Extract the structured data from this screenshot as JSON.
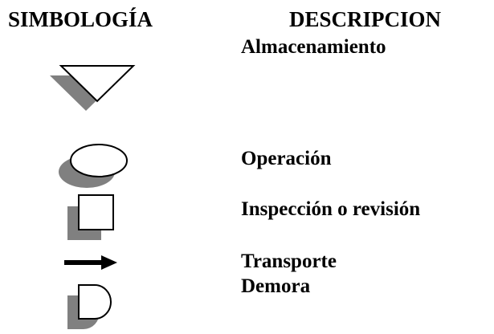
{
  "headers": {
    "symbols": "SIMBOLOGÍA",
    "description": "DESCRIPCION"
  },
  "items": [
    {
      "symbol": "storage-triangle",
      "label": "Almacenamiento"
    },
    {
      "symbol": "operation-ellipse",
      "label": "Operación"
    },
    {
      "symbol": "inspection-square",
      "label": "Inspección o revisión"
    },
    {
      "symbol": "transport-arrow",
      "label": "Transporte"
    },
    {
      "symbol": "delay-d-shape",
      "label": "Demora"
    }
  ],
  "colors": {
    "shadow": "#808080",
    "stroke": "#000000",
    "fill": "#ffffff"
  }
}
